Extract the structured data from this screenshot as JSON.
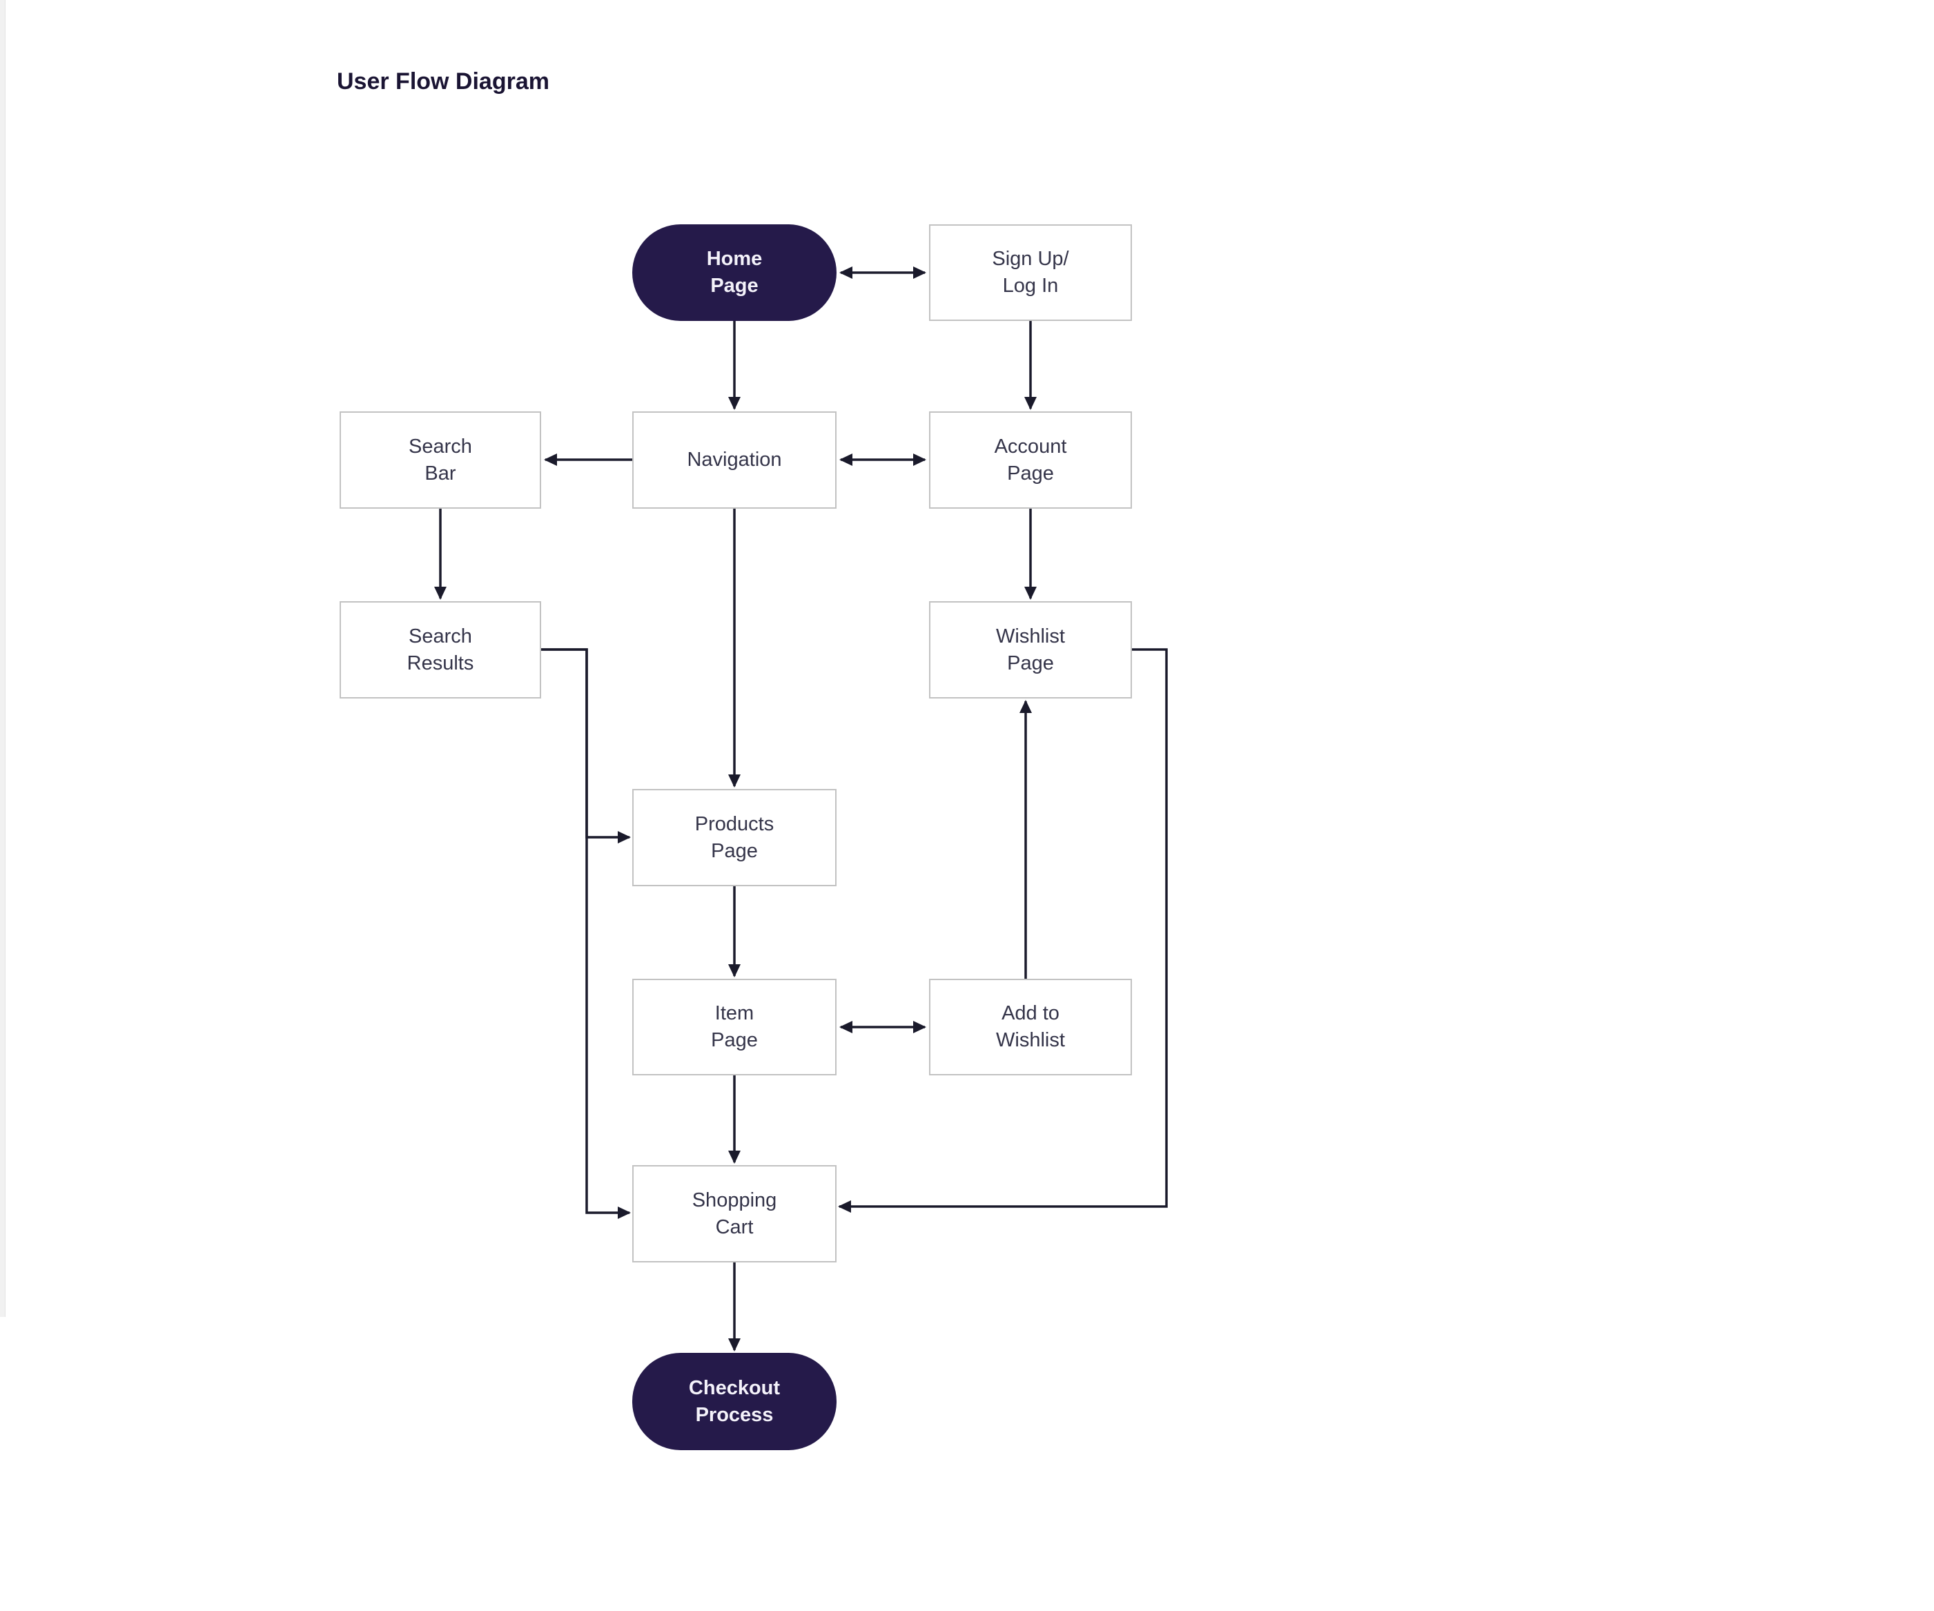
{
  "page": {
    "title": "User Flow Diagram"
  },
  "diagram": {
    "type": "flowchart",
    "direction": "top-down",
    "nodes": {
      "home": {
        "label": "Home Page",
        "line1": "Home",
        "line2": "Page",
        "shape": "stadium"
      },
      "signup": {
        "label": "Sign Up/ Log In",
        "line1": "Sign Up/",
        "line2": "Log In",
        "shape": "rect"
      },
      "search_bar": {
        "label": "Search Bar",
        "line1": "Search",
        "line2": "Bar",
        "shape": "rect"
      },
      "navigation": {
        "label": "Navigation",
        "line1": "Navigation",
        "shape": "rect"
      },
      "account": {
        "label": "Account Page",
        "line1": "Account",
        "line2": "Page",
        "shape": "rect"
      },
      "search_results": {
        "label": "Search Results",
        "line1": "Search",
        "line2": "Results",
        "shape": "rect"
      },
      "wishlist": {
        "label": "Wishlist Page",
        "line1": "Wishlist",
        "line2": "Page",
        "shape": "rect"
      },
      "products": {
        "label": "Products Page",
        "line1": "Products",
        "line2": "Page",
        "shape": "rect"
      },
      "item": {
        "label": "Item Page",
        "line1": "Item",
        "line2": "Page",
        "shape": "rect"
      },
      "add_wishlist": {
        "label": "Add to Wishlist",
        "line1": "Add to",
        "line2": "Wishlist",
        "shape": "rect"
      },
      "cart": {
        "label": "Shopping Cart",
        "line1": "Shopping",
        "line2": "Cart",
        "shape": "rect"
      },
      "checkout": {
        "label": "Checkout Process",
        "line1": "Checkout",
        "line2": "Process",
        "shape": "stadium"
      }
    },
    "edges": [
      {
        "from": "home",
        "to": "signup",
        "arrows": "both"
      },
      {
        "from": "home",
        "to": "navigation",
        "arrows": "to"
      },
      {
        "from": "signup",
        "to": "account",
        "arrows": "to"
      },
      {
        "from": "navigation",
        "to": "search_bar",
        "arrows": "to"
      },
      {
        "from": "navigation",
        "to": "account",
        "arrows": "both"
      },
      {
        "from": "search_bar",
        "to": "search_results",
        "arrows": "to"
      },
      {
        "from": "account",
        "to": "wishlist",
        "arrows": "to"
      },
      {
        "from": "navigation",
        "to": "products",
        "arrows": "to"
      },
      {
        "from": "search_results",
        "to": "products",
        "arrows": "to"
      },
      {
        "from": "search_results",
        "to": "cart",
        "arrows": "to"
      },
      {
        "from": "products",
        "to": "item",
        "arrows": "to"
      },
      {
        "from": "item",
        "to": "add_wishlist",
        "arrows": "both"
      },
      {
        "from": "add_wishlist",
        "to": "wishlist",
        "arrows": "to"
      },
      {
        "from": "wishlist",
        "to": "cart",
        "arrows": "to"
      },
      {
        "from": "item",
        "to": "cart",
        "arrows": "to"
      },
      {
        "from": "cart",
        "to": "checkout",
        "arrows": "to"
      }
    ],
    "colors": {
      "stadium_fill": "#251a4a",
      "stadium_text": "#f4f2fa",
      "rect_fill": "#ffffff",
      "rect_border": "#c2c2c2",
      "rect_text": "#343449",
      "edge_stroke": "#1a1a2b",
      "title_text": "#1a1433"
    }
  }
}
